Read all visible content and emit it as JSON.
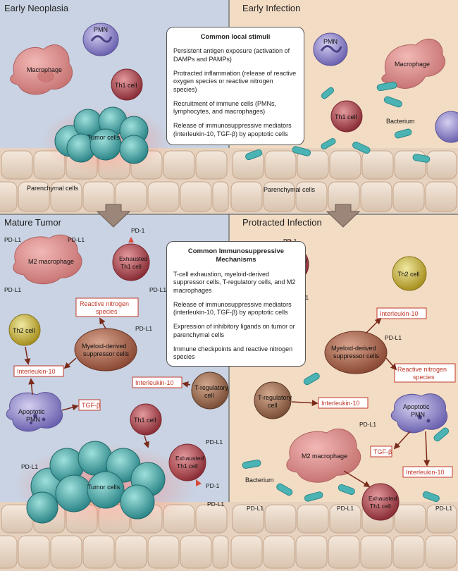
{
  "panels": {
    "early_neoplasia": "Early Neoplasia",
    "early_infection": "Early Infection",
    "mature_tumor": "Mature Tumor",
    "protracted_infection": "Protracted Infection"
  },
  "stimuli_box": {
    "title": "Common local stimuli",
    "items": [
      "Persistent antigen exposure (activation of DAMPs and PAMPs)",
      "Protracted inflammation (release of reactive oxygen species or reactive nitrogen species)",
      "Recruitment of immune cells (PMNs, lymphocytes, and macrophages)",
      "Release of immunosuppressive mediators (interleukin-10, TGF-β) by apoptotic cells"
    ]
  },
  "mechanisms_box": {
    "title": "Common Immunosuppressive Mechanisms",
    "items": [
      "T-cell exhaustion, myeloid-derived suppressor cells, T-regulatory cells, and M2 macrophages",
      "Release of immunosuppressive mediators (interleukin-10, TGF-β) by apoptotic cells",
      "Expression of inhibitory ligands on tumor or parenchymal cells",
      "Immune checkpoints and reactive nitrogen species"
    ]
  },
  "labels": {
    "pmn": "PMN",
    "macrophage": "Macrophage",
    "th1": "Th1 cell",
    "tumor_cells": "Tumor cells",
    "parenchymal": "Parenchymal cells",
    "bacterium": "Bacterium",
    "pd1": "PD-1",
    "pdl1": "PD-L1",
    "m2_macrophage": "M2 macrophage",
    "exhausted": "Exhausted",
    "th1_short": "Th1 cell",
    "reactive_nitrogen_1": "Reactive nitrogen",
    "reactive_nitrogen_2": "species",
    "th2": "Th2 cell",
    "myeloid_1": "Myeloid-derived",
    "myeloid_2": "suppressor cells",
    "interleukin10": "Interleukin-10",
    "tgfb": "TGF-β",
    "apoptotic": "Apoptotic",
    "treg_1": "T-regulatory",
    "treg_2": "cell"
  },
  "colors": {
    "neoplasia_bg": "#c9d3e3",
    "infection_bg": "#f3dcc4",
    "pmn": "#8f86c9",
    "macrophage": "#d98f8f",
    "th1": "#a5414a",
    "tumor": "#3fa6a6",
    "th2": "#c9b233",
    "myeloid": "#a8664f",
    "treg": "#9a6a50",
    "bacterium": "#4bb3b3",
    "red_label": "#c0392b",
    "arrow": "#7a2a1a"
  }
}
